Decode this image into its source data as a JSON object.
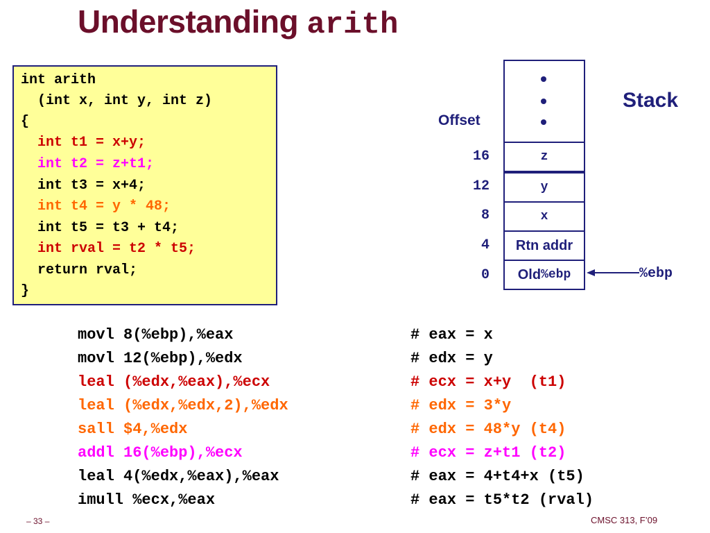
{
  "title": {
    "text": "Understanding ",
    "code": "arith"
  },
  "code_box": {
    "lines": [
      {
        "text": "int arith",
        "color": "#000000"
      },
      {
        "text": "  (int x, int y, int z)",
        "color": "#000000"
      },
      {
        "text": "{",
        "color": "#000000"
      },
      {
        "text": "  int t1 = x+y;",
        "color": "#cc0000"
      },
      {
        "text": "  int t2 = z+t1;",
        "color": "#ff00ff"
      },
      {
        "text": "  int t3 = x+4;",
        "color": "#000000"
      },
      {
        "text": "  int t4 = y * 48;",
        "color": "#ff6600"
      },
      {
        "text": "  int t5 = t3 + t4;",
        "color": "#000000"
      },
      {
        "text": "  int rval = t2 * t5;",
        "color": "#cc0000"
      },
      {
        "text": "  return rval;",
        "color": "#000000"
      },
      {
        "text": "}",
        "color": "#000000"
      }
    ]
  },
  "stack": {
    "title": "Stack",
    "offset_label": "Offset",
    "rows": [
      {
        "offset": "16",
        "label": "z"
      },
      {
        "offset": "12",
        "label": "y"
      },
      {
        "offset": "8",
        "label": "x"
      },
      {
        "offset": "4",
        "label": "Rtn addr"
      },
      {
        "offset": "0",
        "label_prefix": "Old ",
        "label_code": "%ebp"
      }
    ],
    "pointer_label": "%ebp"
  },
  "assembly": [
    {
      "instr": "movl 8(%ebp),%eax",
      "comment": "# eax = x",
      "color": "#000000"
    },
    {
      "instr": "movl 12(%ebp),%edx",
      "comment": "# edx = y",
      "color": "#000000"
    },
    {
      "instr": "leal (%edx,%eax),%ecx",
      "comment": "# ecx = x+y  (t1)",
      "color": "#cc0000"
    },
    {
      "instr": "leal (%edx,%edx,2),%edx",
      "comment": "# edx = 3*y",
      "color": "#ff6600"
    },
    {
      "instr": "sall $4,%edx",
      "comment": "# edx = 48*y (t4)",
      "color": "#ff6600"
    },
    {
      "instr": "addl 16(%ebp),%ecx",
      "comment": "# ecx = z+t1 (t2)",
      "color": "#ff00ff"
    },
    {
      "instr": "leal 4(%edx,%eax),%eax",
      "comment": "# eax = 4+t4+x (t5)",
      "color": "#000000"
    },
    {
      "instr": "imull %ecx,%eax",
      "comment": "# eax = t5*t2 (rval)",
      "color": "#000000"
    }
  ],
  "footer": {
    "page": "– 33 –",
    "course": "CMSC 313, F’09"
  }
}
